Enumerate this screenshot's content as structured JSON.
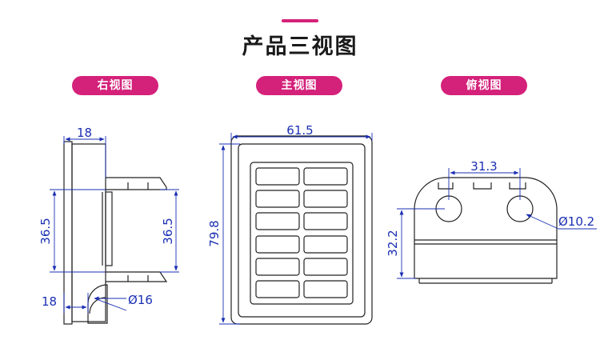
{
  "header": {
    "title": "产品三视图"
  },
  "views": {
    "right": {
      "label": "右视图",
      "dim_width": "18",
      "dim_height_left": "36.5",
      "dim_height_right": "36.5",
      "dim_bottom": "18",
      "dim_diameter": "Ø16"
    },
    "front": {
      "label": "主视图",
      "dim_width": "61.5",
      "dim_height": "79.8"
    },
    "top": {
      "label": "俯视图",
      "dim_spacing": "31.3",
      "dim_height": "32.2",
      "dim_diameter": "Ø10.2"
    }
  },
  "colors": {
    "accent": "#d4217a",
    "dimension": "#1a2fb3",
    "outline": "#222222"
  }
}
